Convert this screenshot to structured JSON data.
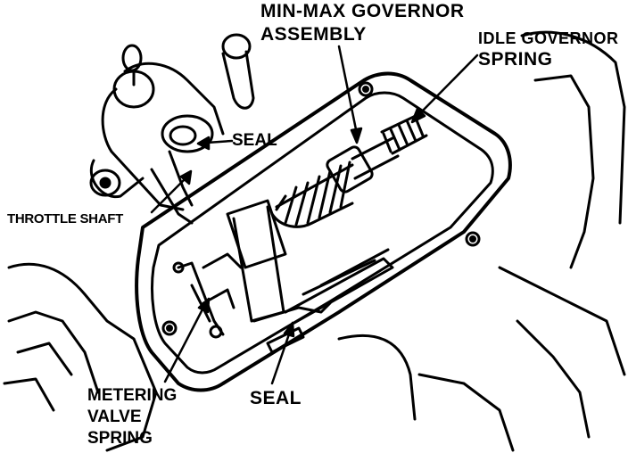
{
  "labels": {
    "min_max_governor": [
      "MIN-MAX GOVERNOR",
      "ASSEMBLY"
    ],
    "idle_governor_spring": [
      "IDLE GOVERNOR",
      "SPRING"
    ],
    "seal_top": "SEAL",
    "throttle_shaft": "THROTTLE SHAFT",
    "metering_valve_spring": [
      "METERING",
      "VALVE",
      "SPRING"
    ],
    "seal_bottom": "SEAL"
  },
  "colors": {
    "ink": "#000000",
    "paper": "#ffffff"
  }
}
